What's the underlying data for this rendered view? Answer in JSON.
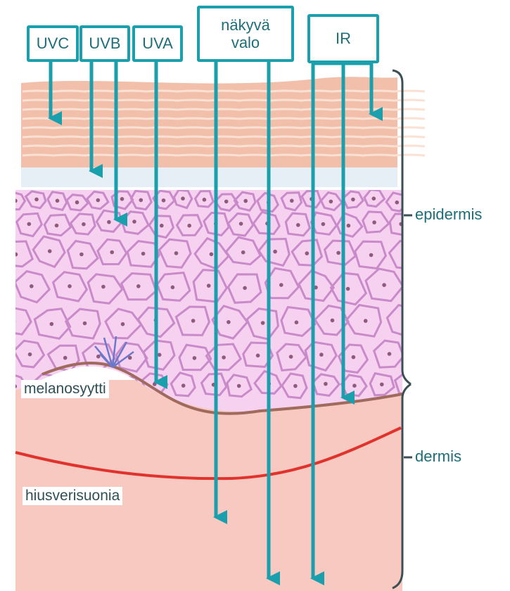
{
  "rays": [
    {
      "id": "uvc",
      "label": "UVC"
    },
    {
      "id": "uvb",
      "label": "UVB"
    },
    {
      "id": "uva",
      "label": "UVA"
    },
    {
      "id": "visible",
      "label": "näkyvä\nvalo"
    },
    {
      "id": "ir",
      "label": "IR"
    }
  ],
  "layers": {
    "epidermis": "epidermis",
    "dermis": "dermis"
  },
  "structures": {
    "melanocyte": "melanosyytti",
    "capillary": "hiusverisuonia"
  },
  "colors": {
    "ray": "#1aa0ad",
    "stratum_corneum": "#f2c0aa",
    "epidermis_cells": "#f6d2f0",
    "cell_border": "#c98ac9",
    "dermis": "#f7c9c1",
    "capillary": "#e1332d",
    "melanocyte": "#6c78c9"
  }
}
